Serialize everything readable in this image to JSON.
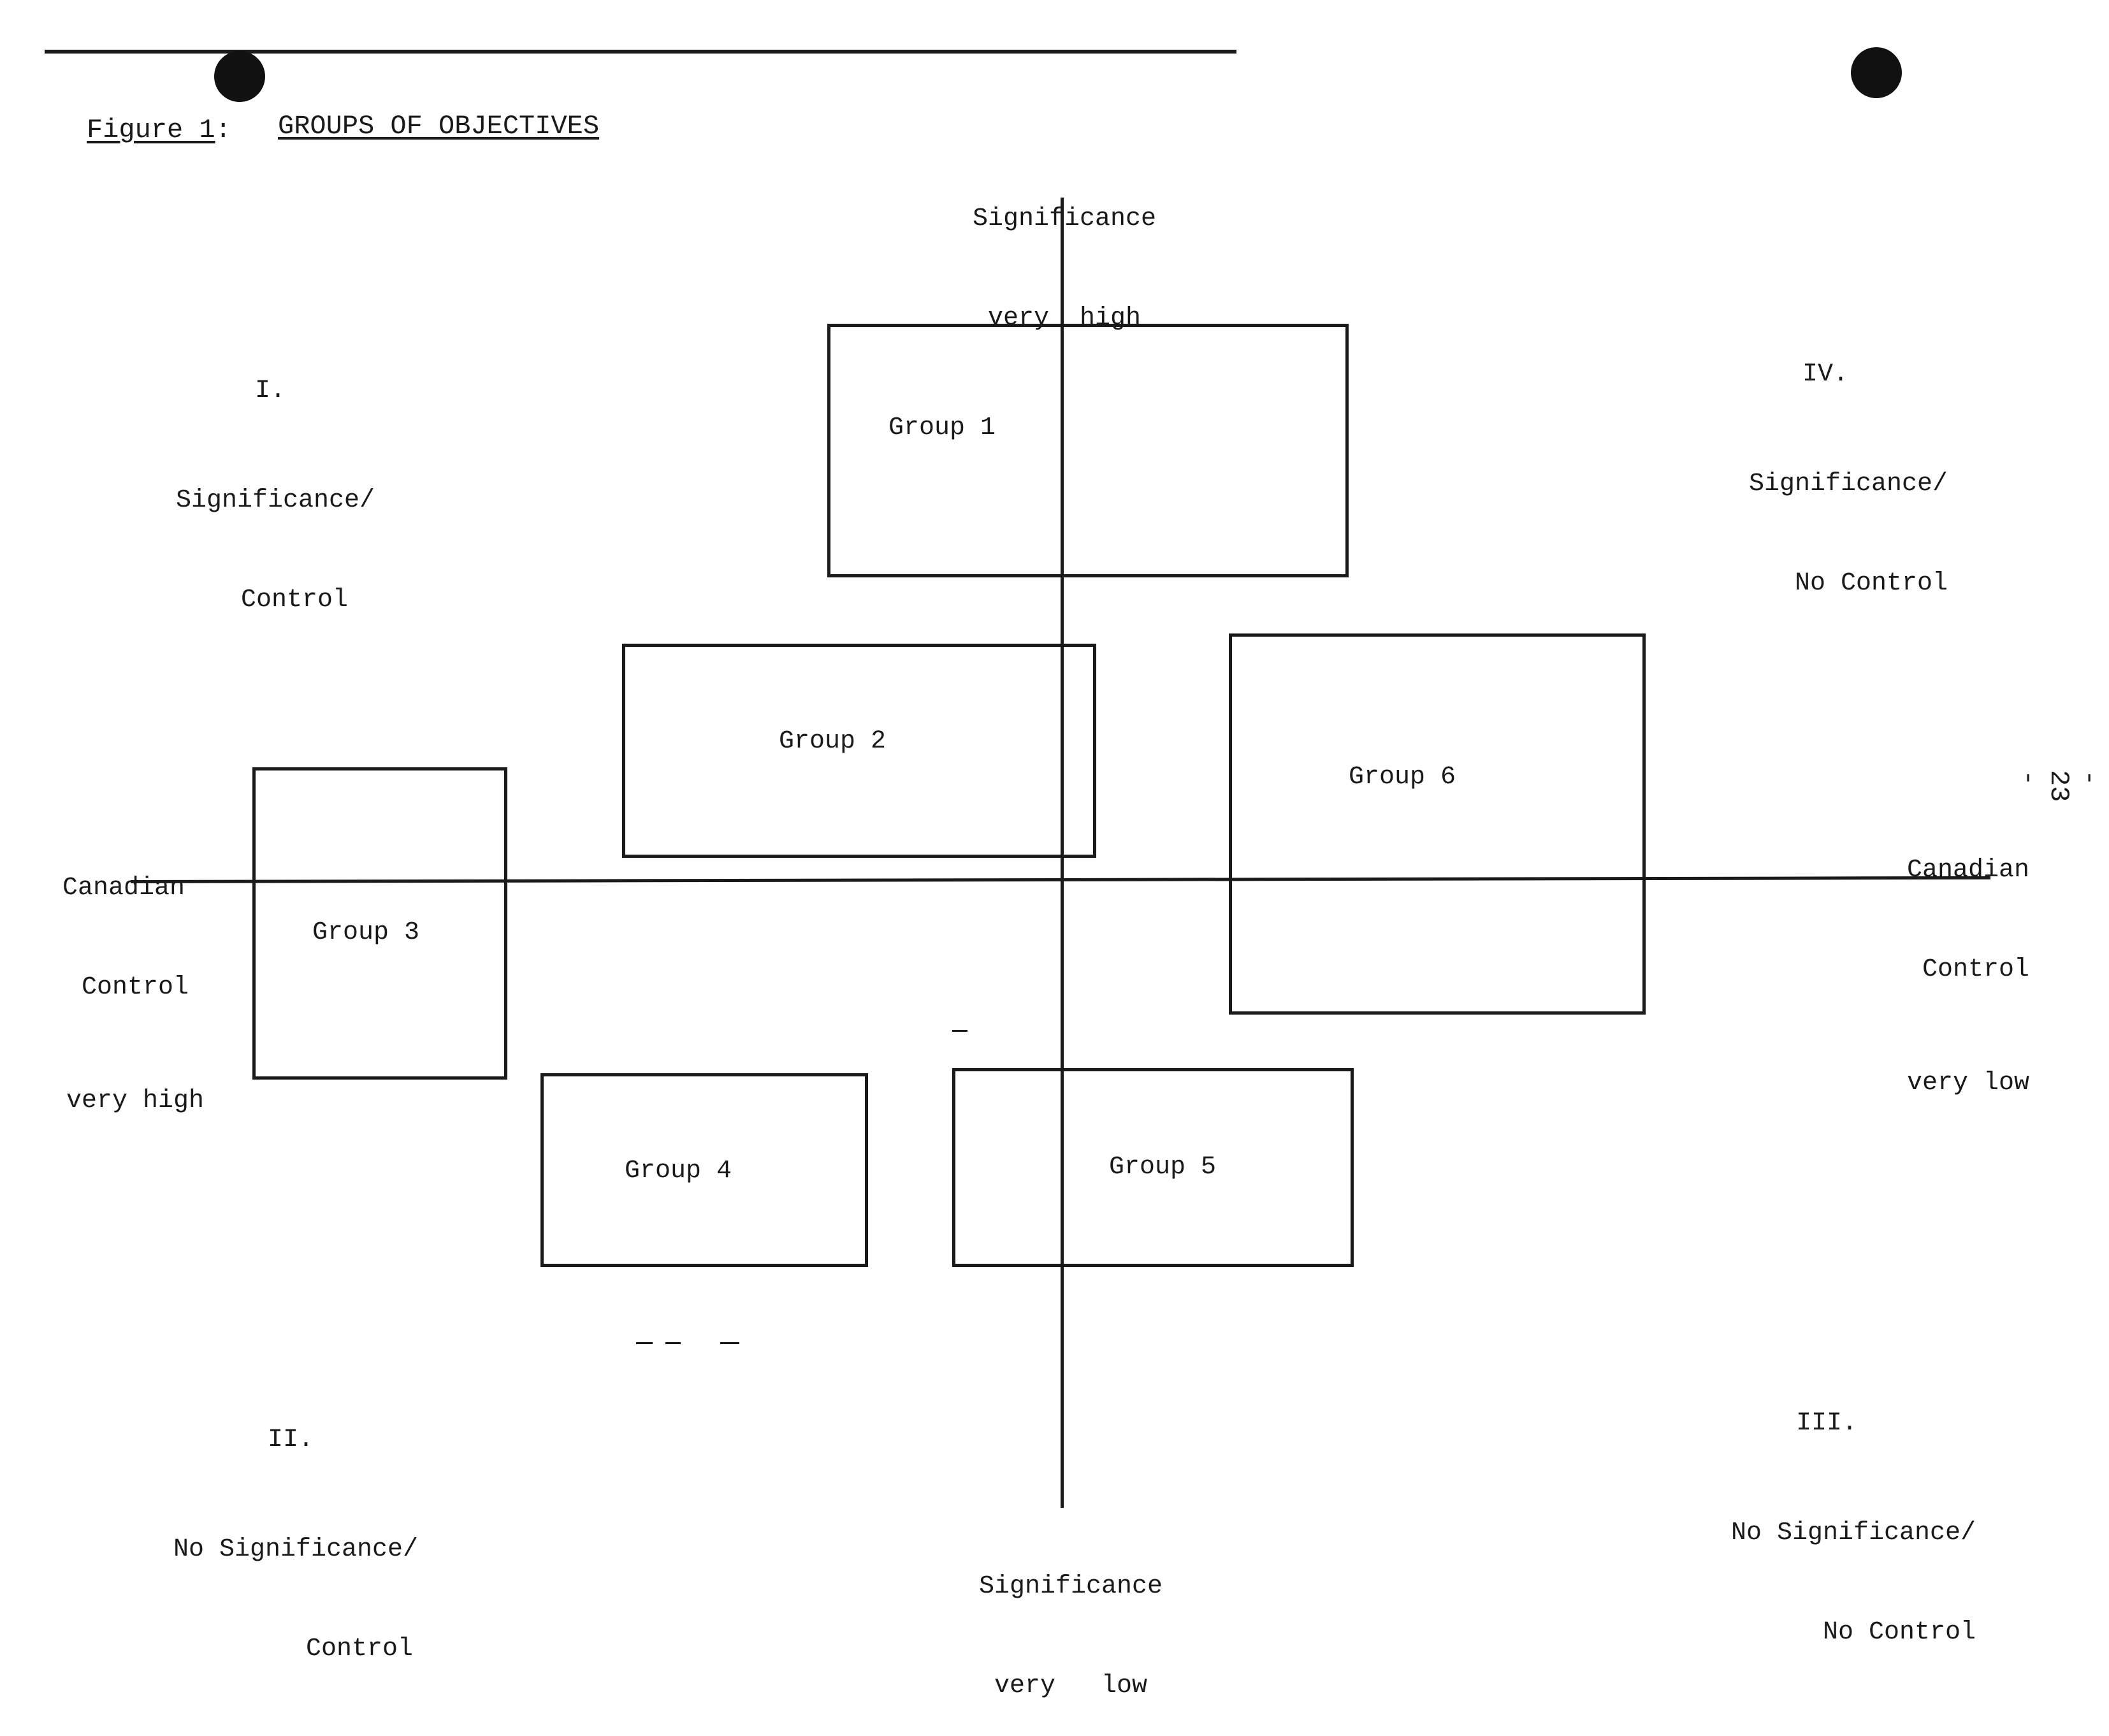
{
  "figure": {
    "label": "Figure 1",
    "colon": ":",
    "title": "GROUPS OF OBJECTIVES"
  },
  "axes": {
    "top_label_line1": "Significance",
    "top_label_line2": "very  high",
    "bottom_label_line1": "Significance",
    "bottom_label_line2": "very   low",
    "left_label_line1": "Canadian",
    "left_label_line2": "Control",
    "left_label_line3": "very high",
    "right_label_line1": "Canadian",
    "right_label_line2": "Control",
    "right_label_line3": "very low"
  },
  "quadrants": [
    {
      "numeral": "I.",
      "line1": "Significance/",
      "line2": "Control"
    },
    {
      "numeral": "II.",
      "line1": "No Significance/",
      "line2": "Control"
    },
    {
      "numeral": "III.",
      "line1": "No Significance/",
      "line2": "No Control"
    },
    {
      "numeral": "IV.",
      "line1": "Significance/",
      "line2": "No Control"
    }
  ],
  "groups": [
    {
      "label": "Group 1"
    },
    {
      "label": "Group 2"
    },
    {
      "label": "Group 3"
    },
    {
      "label": "Group 4"
    },
    {
      "label": "Group 5"
    },
    {
      "label": "Group 6"
    }
  ],
  "page_number": "- 23 -"
}
